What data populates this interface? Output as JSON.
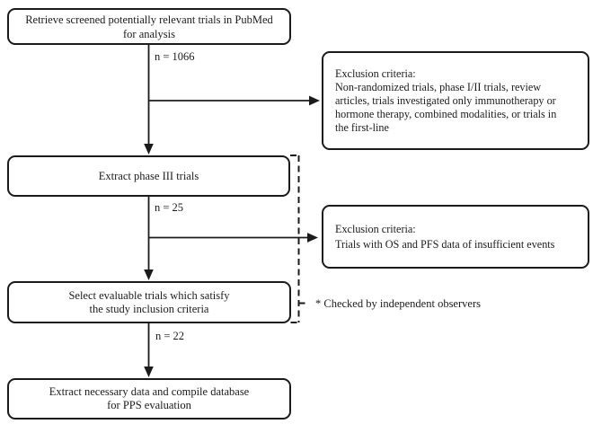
{
  "figure": {
    "type": "flowchart",
    "background": "#ffffff",
    "line_color": "#1b1b1b",
    "text_color": "#1b1b1b"
  },
  "boxes": {
    "retrieve": {
      "lines": [
        "Retrieve screened potentially relevant trials in PubMed",
        "for analysis"
      ]
    },
    "extract_phase3": {
      "lines": [
        "Extract phase III trials"
      ]
    },
    "select_evaluable": {
      "lines": [
        "Select evaluable trials which satisfy",
        "the study inclusion criteria"
      ]
    },
    "compile_database": {
      "lines": [
        "Extract necessary data and compile database",
        "for PPS evaluation"
      ]
    },
    "exclusion_1": {
      "lines": [
        "Exclusion criteria:",
        "Non-randomized trials, phase I/II trials, review",
        "articles, trials investigated only immunotherapy or",
        "hormone therapy, combined modalities, or trials in",
        "the first-line"
      ]
    },
    "exclusion_2": {
      "lines": [
        "Exclusion criteria:",
        "Trials with OS and PFS data of insufficient events"
      ]
    }
  },
  "labels": {
    "n_initial": "n = 1066",
    "n_phase3": "n = 25",
    "n_evaluable": "n = 22",
    "checked_note": "* Checked by independent observers"
  }
}
